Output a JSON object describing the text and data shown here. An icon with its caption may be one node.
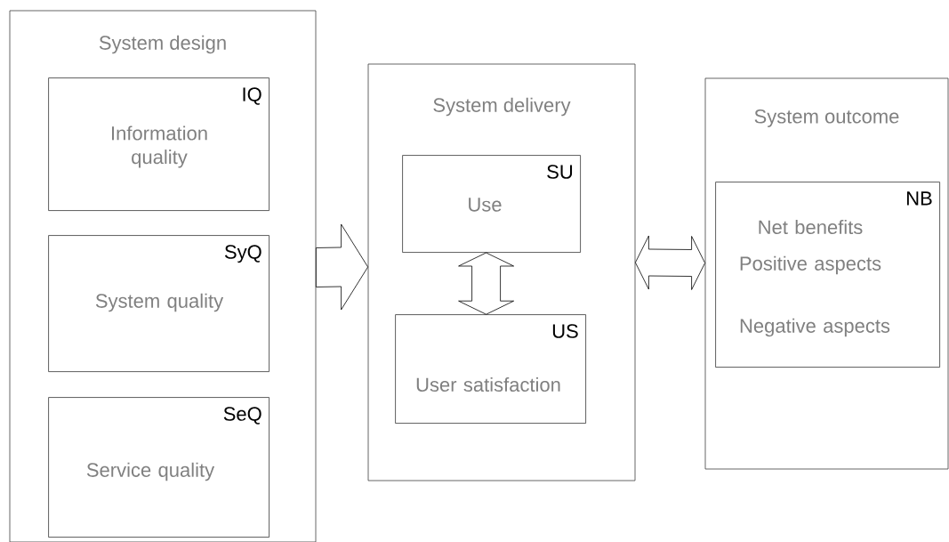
{
  "diagram": {
    "nodes": [
      {
        "text": [
          "System design"
        ]
      },
      {
        "text": [
          "IQ",
          "Information quality"
        ],
        "in": 0
      },
      {
        "text": [
          "SyQ",
          "System quality"
        ],
        "in": 0
      },
      {
        "text": [
          "SeQ",
          "Service quality"
        ],
        "in": 0
      },
      {
        "text": [
          "System delivery"
        ]
      },
      {
        "text": [
          "SU",
          "Use"
        ],
        "in": 4
      },
      {
        "text": [
          "US",
          "User satisfaction"
        ],
        "in": 4
      },
      {
        "text": [
          "System outcome"
        ]
      },
      {
        "text": [
          "NB",
          "Net benefits",
          "Positive aspects",
          "Negative aspects"
        ],
        "in": 7
      }
    ],
    "edges": [
      {
        "from": 0,
        "to": 4,
        "arrow": "to"
      },
      {
        "from": 5,
        "to": 6,
        "arrow": "both"
      },
      {
        "from": 4,
        "to": 7,
        "arrow": "both"
      }
    ]
  }
}
